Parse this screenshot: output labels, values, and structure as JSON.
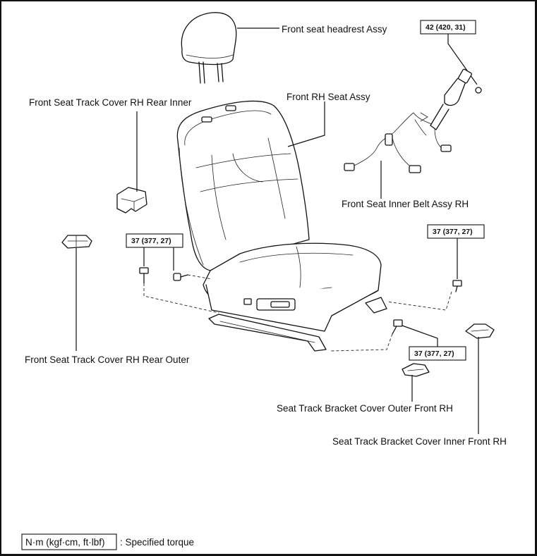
{
  "labels": {
    "headrest": "Front seat headrest Assy",
    "seat_assy": "Front RH Seat Assy",
    "track_cover_rear_inner": "Front Seat Track Cover RH Rear Inner",
    "inner_belt": "Front Seat Inner Belt Assy RH",
    "track_cover_rear_outer": "Front Seat Track Cover RH Rear Outer",
    "bracket_cover_outer": "Seat Track Bracket Cover Outer Front RH",
    "bracket_cover_inner": "Seat Track Bracket Cover Inner Front RH"
  },
  "torques": {
    "belt": "42 (420, 31)",
    "rear": "37 (377, 27)",
    "front_right": "37 (377, 27)",
    "front_center": "37 (377, 27)"
  },
  "legend": {
    "unit_box": "N·m (kgf·cm, ft·lbf)",
    "meaning": ": Specified torque"
  }
}
